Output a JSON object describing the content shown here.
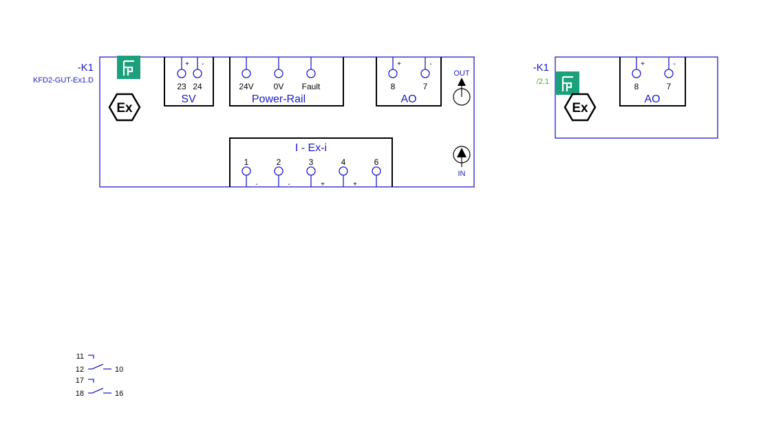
{
  "colors": {
    "frame": "#1a1ac8",
    "text_blue": "#1a1ac8",
    "text_black": "#000000",
    "ref_green": "#4a9a32",
    "logo_bg": "#1aa07a"
  },
  "icons": [
    "pf-logo-icon",
    "ex-hexagon-icon",
    "out-arrow-icon",
    "in-arrow-icon"
  ],
  "device1": {
    "tag": "-K1",
    "model": "KFD2-GUT-Ex1.D",
    "sv": {
      "title": "SV",
      "terminals": [
        {
          "num": "23",
          "pol": "+"
        },
        {
          "num": "24",
          "pol": "-"
        }
      ]
    },
    "power_rail": {
      "title": "Power-Rail",
      "terminals": [
        {
          "num": "24V"
        },
        {
          "num": "0V"
        },
        {
          "num": "Fault"
        }
      ]
    },
    "ao": {
      "title": "AO",
      "terminals": [
        {
          "num": "8",
          "pol": "+"
        },
        {
          "num": "7",
          "pol": "-"
        }
      ]
    },
    "input": {
      "title": "I - Ex-i",
      "terminals": [
        {
          "num": "1",
          "pol": "-"
        },
        {
          "num": "2",
          "pol": "-"
        },
        {
          "num": "3",
          "pol": "+"
        },
        {
          "num": "4",
          "pol": "+"
        },
        {
          "num": "6",
          "pol": ""
        }
      ]
    },
    "out_label": "OUT",
    "in_label": "IN"
  },
  "device2": {
    "tag": "-K1",
    "ref": "/2.1",
    "ao": {
      "title": "AO",
      "terminals": [
        {
          "num": "8",
          "pol": "+"
        },
        {
          "num": "7",
          "pol": "-"
        }
      ]
    }
  },
  "contacts": [
    {
      "top": "11",
      "bottom": "12",
      "common": "10"
    },
    {
      "top": "17",
      "bottom": "18",
      "common": "16"
    }
  ]
}
